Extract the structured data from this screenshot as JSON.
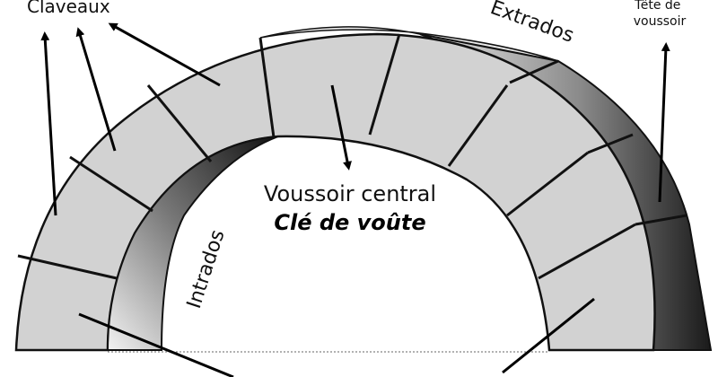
{
  "diagram": {
    "labels": {
      "claveaux": "Claveaux",
      "extrados": "Extrados",
      "tete_de_voussoir": "Tête de\nvoussoir",
      "voussoir_central": "Voussoir central",
      "cle_de_voute": "Clé de voûte",
      "intrados": "Intrados"
    },
    "colors": {
      "stone": "#d2d2d2",
      "outline": "#111111",
      "background": "#ffffff"
    }
  }
}
